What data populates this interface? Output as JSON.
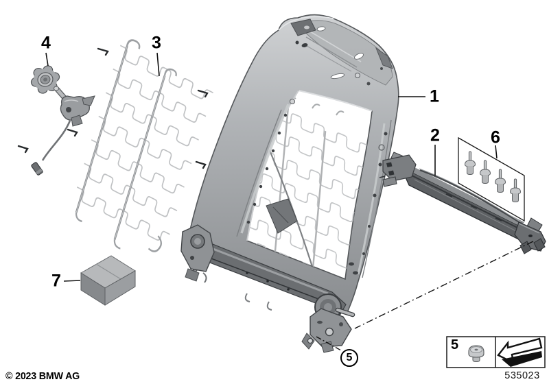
{
  "diagram": {
    "callouts": {
      "frame": "1",
      "cross_member": "2",
      "spring_mat": "3",
      "lumbar_knob": "4",
      "grommet": "5",
      "rivet_set": "6",
      "repair_kit_box": "7"
    },
    "legend": {
      "item_number": "5"
    },
    "footer": {
      "copyright": "© 2023 BMW AG",
      "part_number": "535023"
    },
    "colors": {
      "metal_light": "#cfd1d3",
      "metal_mid": "#a8abae",
      "metal_dark": "#6b6e71",
      "charcoal": "#55585b",
      "wire": "#bfc1c3",
      "line": "#111111",
      "background": "#ffffff"
    }
  }
}
